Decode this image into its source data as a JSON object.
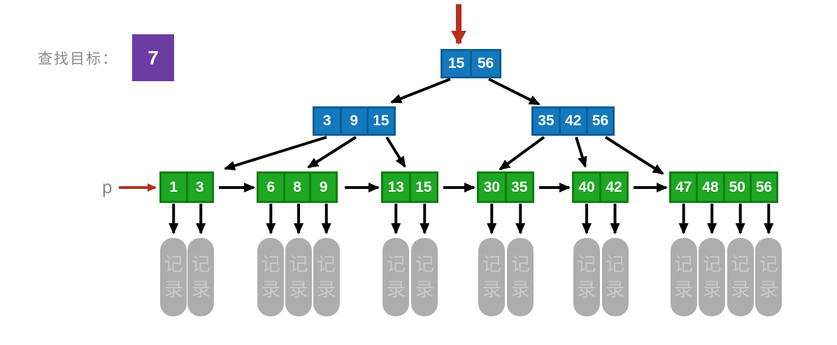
{
  "legend": {
    "label": "查找目标：",
    "value": "7"
  },
  "pointer": {
    "label": "p"
  },
  "record_label": "记录",
  "tree": {
    "levels": [
      {
        "type": "internal",
        "nodes": [
          {
            "id": "root",
            "keys": [
              "15",
              "56"
            ]
          }
        ]
      },
      {
        "type": "internal",
        "nodes": [
          {
            "id": "i0",
            "keys": [
              "3",
              "9",
              "15"
            ]
          },
          {
            "id": "i1",
            "keys": [
              "35",
              "42",
              "56"
            ]
          }
        ]
      },
      {
        "type": "leaf",
        "nodes": [
          {
            "id": "l0",
            "keys": [
              "1",
              "3"
            ]
          },
          {
            "id": "l1",
            "keys": [
              "6",
              "8",
              "9"
            ]
          },
          {
            "id": "l2",
            "keys": [
              "13",
              "15"
            ]
          },
          {
            "id": "l3",
            "keys": [
              "30",
              "35"
            ]
          },
          {
            "id": "l4",
            "keys": [
              "40",
              "42"
            ]
          },
          {
            "id": "l5",
            "keys": [
              "47",
              "48",
              "50",
              "56"
            ]
          }
        ]
      }
    ]
  },
  "colors": {
    "internal_fill": "#1478BC",
    "internal_border": "#0A5E98",
    "leaf_fill": "#1EA722",
    "leaf_border": "#0E7D12",
    "record_fill": "#ADADAD",
    "record_text": "#C9C9C9",
    "target_fill": "#6B3CA3",
    "arrow_black": "#000000",
    "arrow_red": "#B5301F",
    "gray_text": "#8A8A8A"
  }
}
